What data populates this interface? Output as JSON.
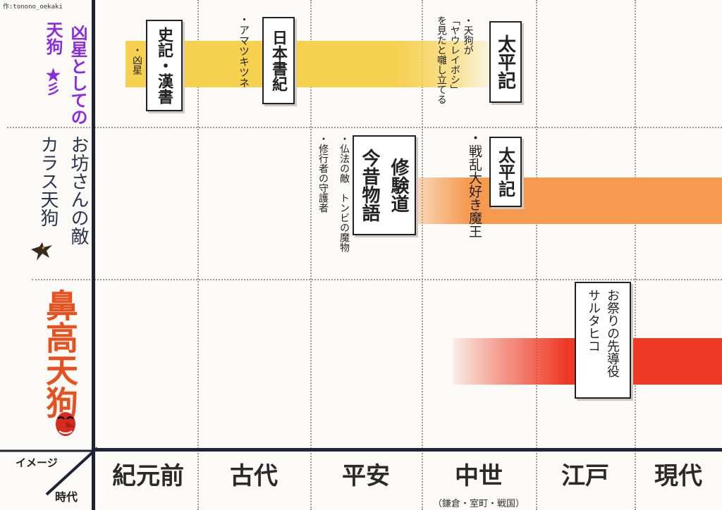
{
  "credit": "作:tonono_oekaki",
  "corner": {
    "top_label": "イメージ",
    "bottom_label": "時代"
  },
  "rows": [
    {
      "label_main": "凶星としての",
      "label_sub": "天狗",
      "label_extra": "★彡",
      "color": "#8a2be2"
    },
    {
      "label_main": "お坊さんの敵",
      "label_sub": "カラス天狗",
      "color": "#2b3550"
    },
    {
      "label_main": "鼻高天狗",
      "color": "#e8501f"
    }
  ],
  "eras": [
    {
      "label": "紀元前"
    },
    {
      "label": "古代"
    },
    {
      "label": "平安"
    },
    {
      "label": "中世",
      "sub": "（鎌倉・室町・戦国）"
    },
    {
      "label": "江戸"
    },
    {
      "label": "現代"
    }
  ],
  "boxes": {
    "shiki": "史記・漢書",
    "nihonshoki": "日本書紀",
    "taiheiki1": "太平記",
    "shugendo": "修験道",
    "konjaku": "今昔物語",
    "taiheiki2": "太平記",
    "kyosei_note": "・凶星",
    "amatsukitsune_note": "・アマツキツネ",
    "yaurei_note": "・天狗が\n「ヤウレイボシ」\nを見たと囃し立てる",
    "shugyo_note": "・修行者の守護者",
    "buppo_note": "・仏法の敵　トンビの魔物",
    "sensou_note": "・戦乱大好き魔王",
    "saruta_note": "お祭りの先導役\nサルタヒコ"
  },
  "colors": {
    "band_yellow": "#f6d04f",
    "band_orange": "#f59a4e",
    "band_red": "#ee3a24",
    "axis": "#1d2436"
  }
}
